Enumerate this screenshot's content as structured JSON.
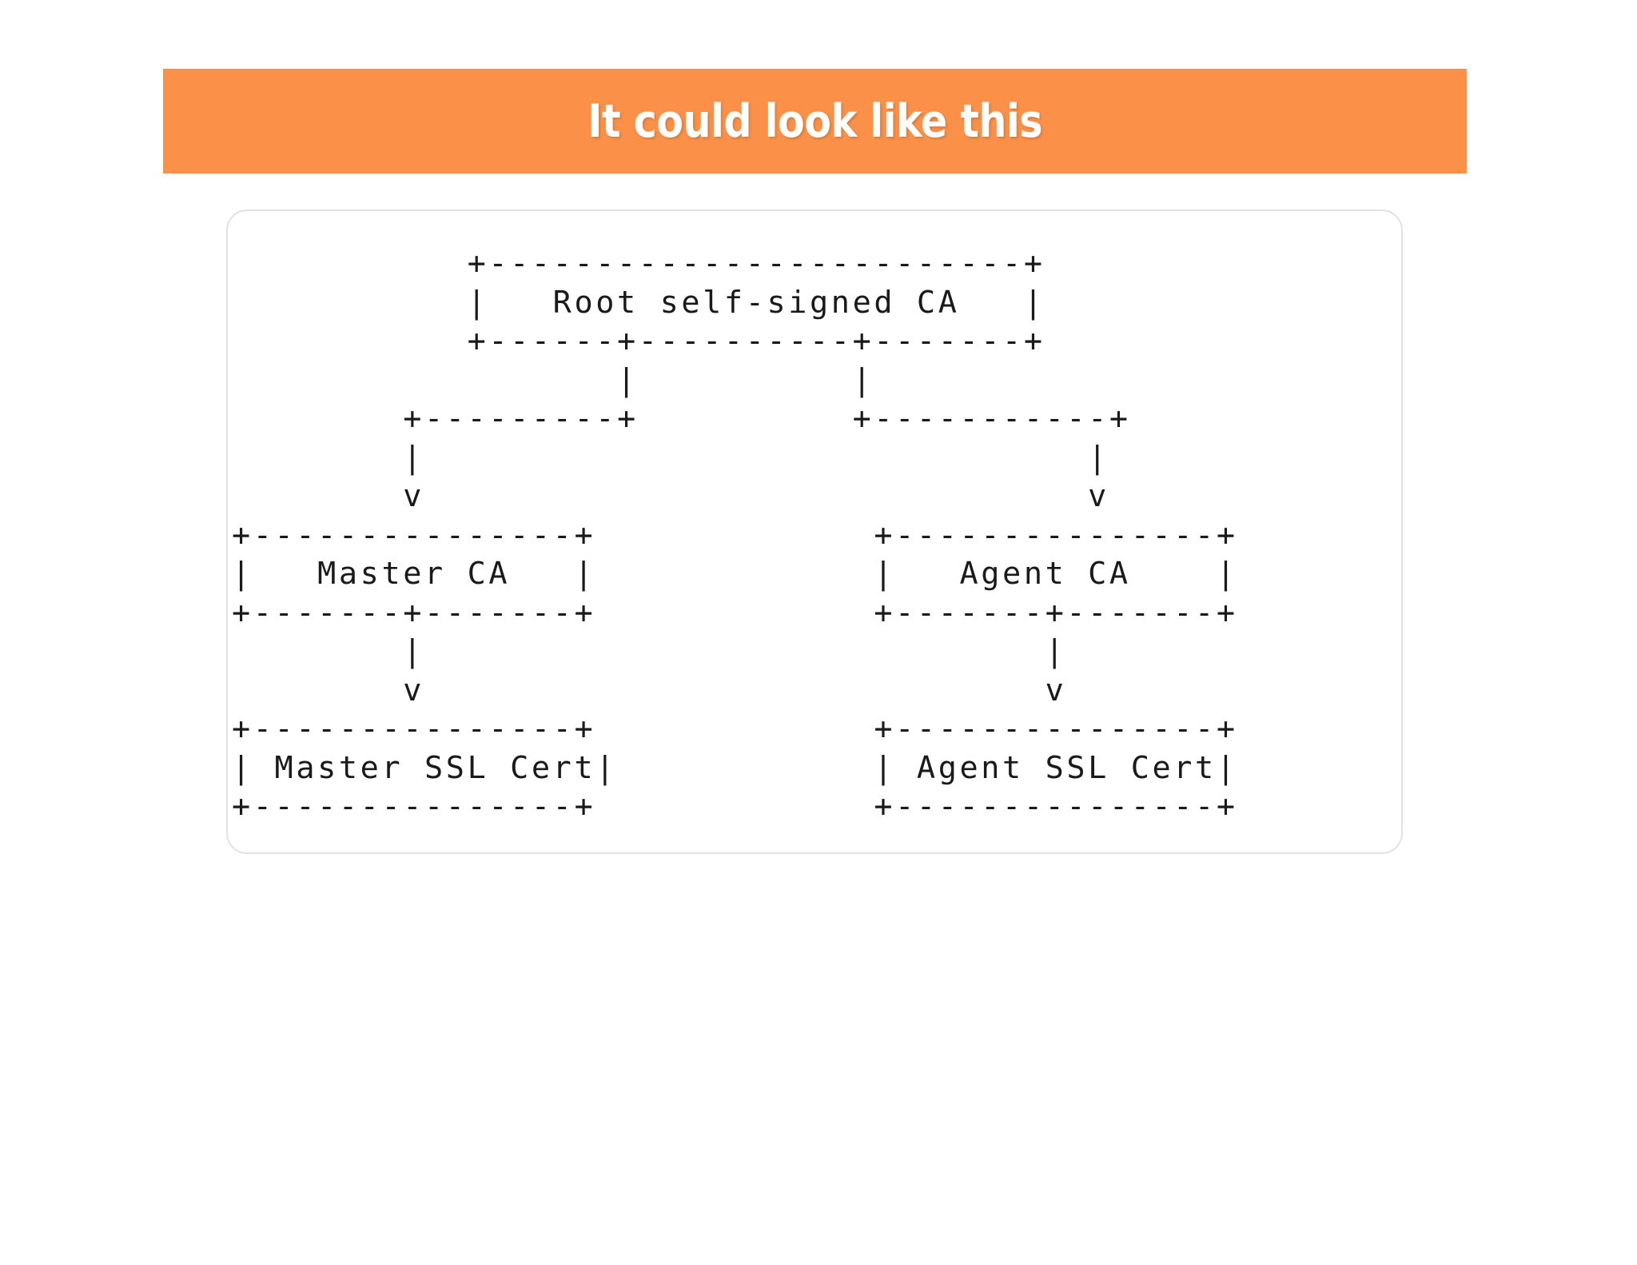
{
  "header": {
    "title": "It could look like this",
    "background_color": "#fb9049",
    "text_color": "#ffffff"
  },
  "card": {
    "border_color": "#e2e2e2",
    "background_color": "#ffffff"
  },
  "diagram": {
    "type": "ascii-art-tree",
    "description": "Certificate authority trust chain drawn with ASCII box-drawing characters",
    "text_color": "#1a1a1a",
    "nodes": [
      {
        "id": "root",
        "label": "Root self-signed CA",
        "level": 0
      },
      {
        "id": "master-ca",
        "label": "Master CA",
        "level": 1,
        "parent": "root"
      },
      {
        "id": "agent-ca",
        "label": "Agent CA",
        "level": 1,
        "parent": "root"
      },
      {
        "id": "master-ssl-cert",
        "label": "Master SSL Cert",
        "level": 2,
        "parent": "master-ca"
      },
      {
        "id": "agent-ssl-cert",
        "label": "Agent SSL Cert",
        "level": 2,
        "parent": "agent-ca"
      }
    ],
    "edges": [
      {
        "from": "root",
        "to": "master-ca",
        "arrow": "v"
      },
      {
        "from": "root",
        "to": "agent-ca",
        "arrow": "v"
      },
      {
        "from": "master-ca",
        "to": "master-ssl-cert",
        "arrow": "v"
      },
      {
        "from": "agent-ca",
        "to": "agent-ssl-cert",
        "arrow": "v"
      }
    ],
    "ascii": "                 +-------------------------+\n                 |   Root self-signed CA   |\n                 +------+----------+-------+\n                        |          |\n            +-----------+      +---+--------+\n            |                  |\n            v                  v\n     +---------------+  +---------------+\n     |   Master CA   |  |   Agent CA    |\n     +-------+-------+  +-------+-------+\n             |                  |\n             v                  v\n     +---------------+  +---------------+\n     | Master SSL Cert| | Agent SSL Cert|\n     +---------------+  +---------------+",
    "lines": [
      "          +-------------------------+",
      "          |   Root self-signed CA   |",
      "          +------+----------+-------+",
      "                 |          |",
      "       +---------+          +-----------+",
      "       |                                |",
      "       v                                v",
      "+---------------+              +---------------+",
      "|   Master CA   |              |   Agent CA    |",
      "+-------+-------+              +-------+-------+",
      "        |                              |",
      "        v                              v",
      "+---------------+              +---------------+",
      "| Master SSL Cert|             | Agent SSL Cert|",
      "+---------------+              +---------------+"
    ],
    "rendered_rows": [
      "           +-------------------------+",
      "           |   Root self-signed CA   |",
      "           +------+----------+-------+",
      "                  |          |",
      "        +---------+          +-----------+",
      "        |                                |",
      "        v                                v",
      "+---------------+              +---------------+",
      "|   Master CA   |              |   Agent CA    |",
      "+-------+-------+              +-------+-------+",
      "        |                              |",
      "        v                              v",
      "+---------------+              +---------------+",
      "| Master SSL Cert|             | Agent SSL Cert|",
      "+---------------+              +---------------+"
    ],
    "art": "           +-------------------------+\n           |   Root self-signed CA   |\n           +------+----------+-------+\n                  |          |\n        +---------+          +-----------+\n        |                               |\n        v                               v\n+---------------+             +---------------+\n|   Master CA   |             |   Agent CA    |\n+-------+-------+             +-------+-------+\n        |                             |\n        v                             v\n+---------------+             +---------------+\n| Master SSL Cert|            | Agent SSL Cert|\n+---------------+             +---------------+"
  }
}
